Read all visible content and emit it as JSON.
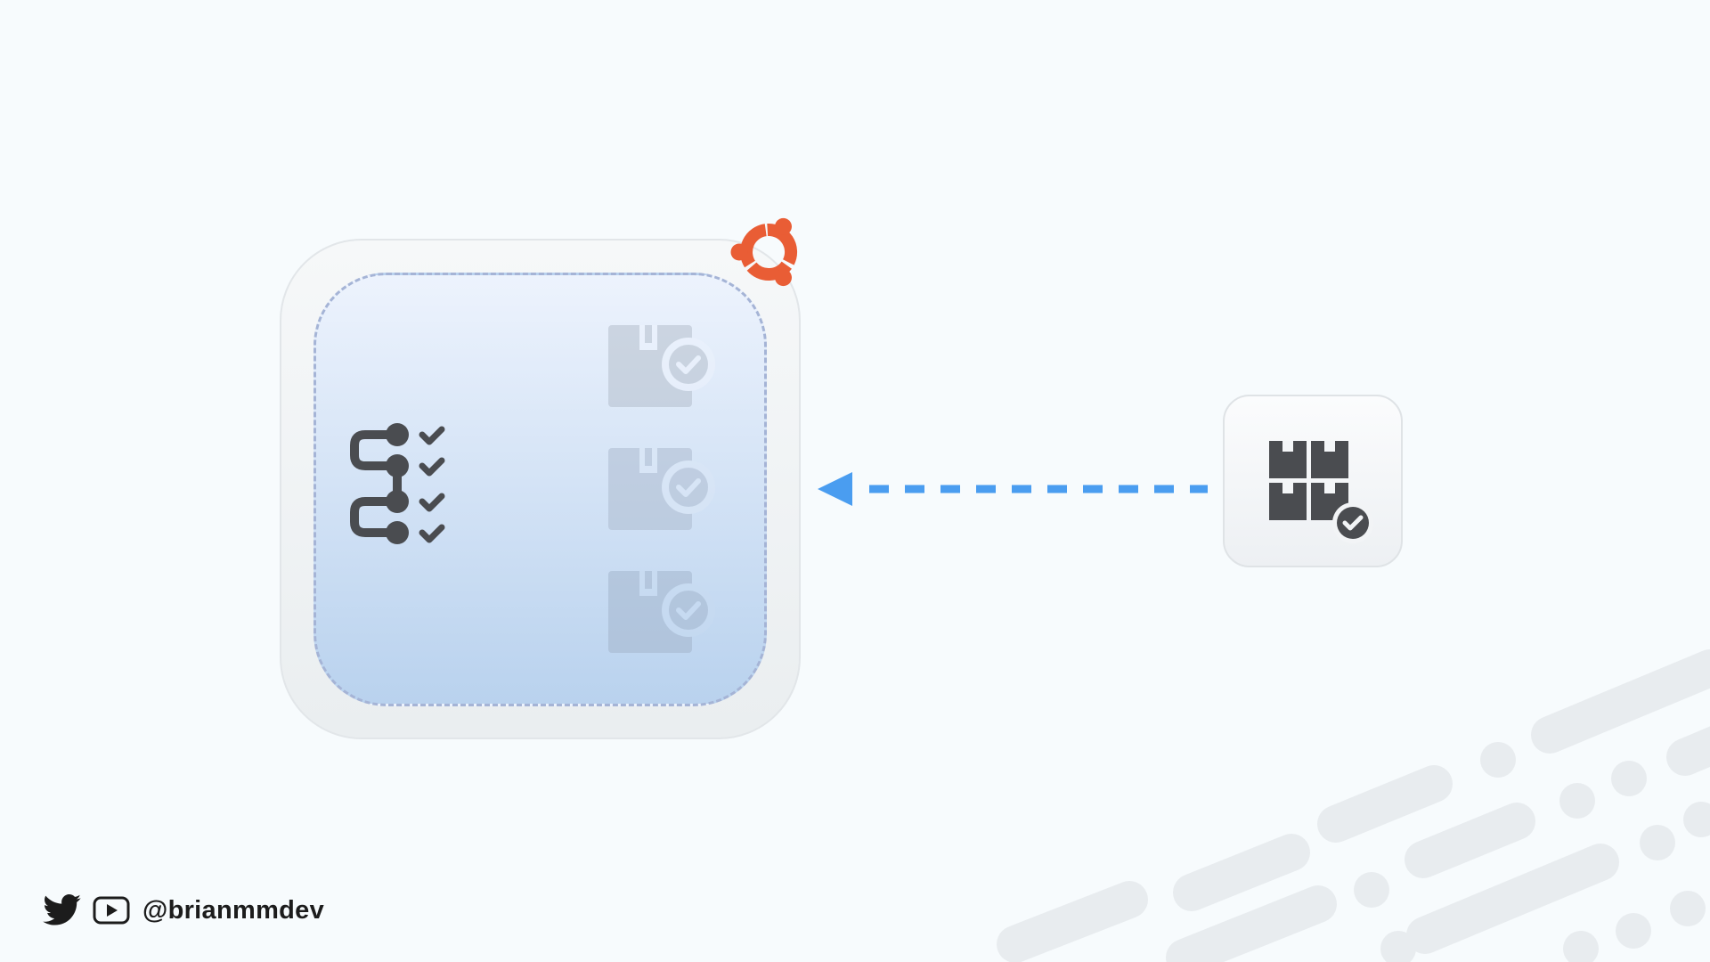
{
  "footer": {
    "handle": "@brianmmdev",
    "icons": [
      "twitter-icon",
      "youtube-icon"
    ]
  },
  "diagram": {
    "host_icon": "ubuntu-logo",
    "pipeline_icon": "checklist-workflow-icon",
    "package_icon": "package-check-icon",
    "registry_icon": "package-registry-icon",
    "arrow": "registry-to-server",
    "colors": {
      "background": "#f7fbfd",
      "ubuntu": "#e95d35",
      "arrow": "#4a9df0",
      "icon_dark": "#4a4c50"
    }
  }
}
